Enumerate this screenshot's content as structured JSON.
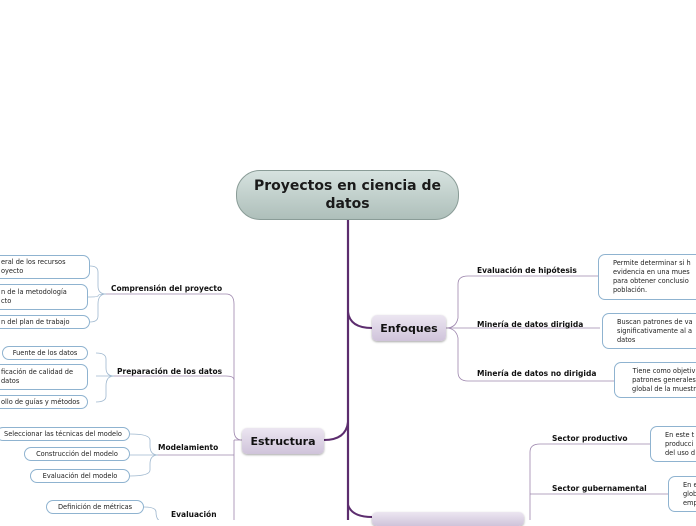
{
  "central": {
    "title": "Proyectos en ciencia de datos"
  },
  "enfoques": {
    "label": "Enfoques",
    "items": [
      {
        "label": "Evaluación de hipótesis",
        "desc": "Permite determinar si h evidencia en una mues para obtener conclusio población."
      },
      {
        "label": "Minería de datos dirigida",
        "desc": "Buscan patrones de va significativamente al a datos"
      },
      {
        "label": "Minería de datos no dirigida",
        "desc": "Tiene como objetiv patrones generales global de la muestr"
      }
    ]
  },
  "estructura": {
    "label": "Estructura",
    "groups": [
      {
        "label": "Comprensión del proyecto",
        "leaves": [
          "eral de los recursos oyecto",
          "n de la metodología cto",
          "n del plan de trabajo"
        ]
      },
      {
        "label": "Preparación de los datos",
        "leaves": [
          "Fuente de los datos",
          "ficación de calidad de datos",
          "ollo de guías y métodos"
        ]
      },
      {
        "label": "Modelamiento",
        "leaves": [
          "Seleccionar las técnicas del modelo",
          "Construcción del modelo",
          "Evaluación del modelo"
        ]
      },
      {
        "label": "Evaluación",
        "leaves": [
          "Definición de métricas"
        ]
      }
    ]
  },
  "sectores": {
    "items": [
      {
        "label": "Sector productivo",
        "desc": "En este t producci del uso d"
      },
      {
        "label": "Sector gubernamental",
        "desc": "En e glob emp"
      }
    ]
  }
}
